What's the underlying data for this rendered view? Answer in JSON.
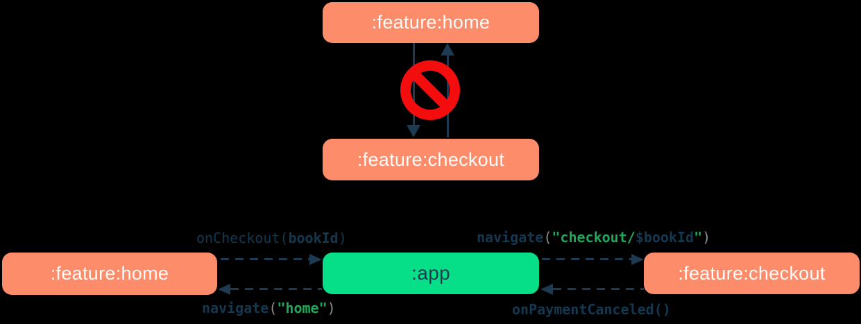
{
  "colors": {
    "background": "#000000",
    "feature_box": "#FC8C6A",
    "app_box": "#07DE88",
    "box_text": "#FFFBFA",
    "arrow_navy": "#1D3A50",
    "code_navy": "#14384F",
    "code_green": "#1FA75B",
    "code_gray": "#8E8E8E",
    "forbidden_red": "#F40D0D"
  },
  "icons": {
    "forbidden": "no-entry-icon",
    "top_arrows": [
      "arrow-down-icon",
      "arrow-up-icon"
    ],
    "bottom_arrows": [
      "dashed-arrow-right-icon",
      "dashed-arrow-left-icon"
    ]
  },
  "top_diagram": {
    "home_module": ":feature:home",
    "checkout_module": ":feature:checkout"
  },
  "bottom_diagram": {
    "home_module": ":feature:home",
    "app_module": ":app",
    "checkout_module": ":feature:checkout",
    "edge_labels": {
      "on_checkout": [
        {
          "t": "onCheckout(",
          "c": "navy"
        },
        {
          "t": "bookId",
          "c": "navy",
          "b": true
        },
        {
          "t": ")",
          "c": "navy"
        }
      ],
      "navigate_home": [
        {
          "t": "navigate",
          "c": "navy",
          "b": true
        },
        {
          "t": "(",
          "c": "gray"
        },
        {
          "t": "\"home\"",
          "c": "green",
          "b": true
        },
        {
          "t": ")",
          "c": "gray"
        }
      ],
      "navigate_checkout": [
        {
          "t": "navigate",
          "c": "navy",
          "b": true
        },
        {
          "t": "(",
          "c": "gray"
        },
        {
          "t": "\"checkout/",
          "c": "green",
          "b": true
        },
        {
          "t": "$bookId",
          "c": "navy",
          "b": true
        },
        {
          "t": "\"",
          "c": "green",
          "b": true
        },
        {
          "t": ")",
          "c": "gray"
        }
      ],
      "on_payment_canceled": [
        {
          "t": "onPaymentCanceled()",
          "c": "navy",
          "b": true
        }
      ]
    }
  }
}
